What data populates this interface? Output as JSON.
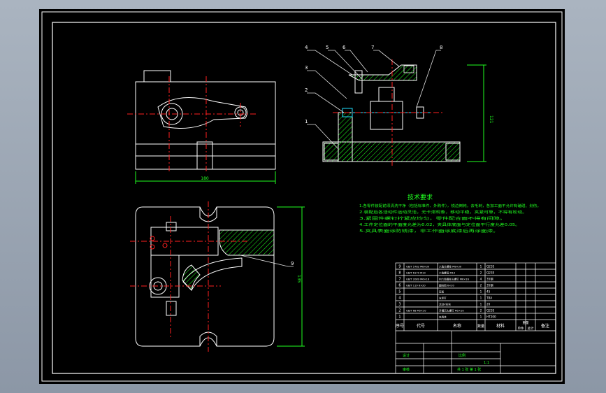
{
  "notes": {
    "title": "技术要求",
    "lines": [
      "1.各零件装配前须清洗干净（包括标准件、外购件），锐边倒钝，去毛刺，各加工面不允许有磕碰、划伤。",
      "2.装配后各活动件运动灵活，无卡滞现象，移动平稳，夹紧可靠，不得有松动。",
      "3.紧固件螺钉拧紧应均匀，零件配合面不得有间隙。",
      "4.工件定位面的平面度允差为0.02，夹具体底面与定位面平行度允差0.05。",
      "5.夹具表面涂防锈漆，非工作面涂底漆后再涂面漆。"
    ]
  },
  "dimensions": {
    "top_length": "180",
    "side_height": "121",
    "plan_height": "135"
  },
  "balloons": [
    "4",
    "5",
    "6",
    "7",
    "8",
    "3",
    "2",
    "1",
    "9"
  ],
  "bom": {
    "headers": [
      "序号",
      "代号",
      "名称",
      "数量",
      "材料",
      "单件",
      "总计",
      "备注"
    ],
    "weight_label": "重量",
    "rows": [
      [
        "9",
        "GB/T 5782 M8×30",
        "六角头螺栓 M8×30",
        "1",
        "Q235",
        "",
        "",
        ""
      ],
      [
        "8",
        "GB/T 6170 M10",
        "六角螺母 M10",
        "2",
        "Q235",
        "",
        "",
        ""
      ],
      [
        "7",
        "GB/T 2089 M6×16",
        "内六角圆柱头螺钉 M6×16",
        "4",
        "35钢",
        "",
        "",
        ""
      ],
      [
        "6",
        "GB/T 119 6×20",
        "圆柱销 6×20",
        "2",
        "35钢",
        "",
        "",
        ""
      ],
      [
        "5",
        "",
        "压板",
        "1",
        "45",
        "",
        "",
        ""
      ],
      [
        "4",
        "",
        "支承钉",
        "1",
        "T8A",
        "",
        "",
        ""
      ],
      [
        "3",
        "",
        "活动V形块",
        "1",
        "20",
        "",
        "",
        ""
      ],
      [
        "2",
        "GB/T 68 M5×10",
        "开槽沉头螺钉 M5×10",
        "2",
        "Q235",
        "",
        "",
        ""
      ],
      [
        "1",
        "",
        "夹具体",
        "1",
        "HT200",
        "",
        "",
        ""
      ]
    ],
    "title_block": {
      "design": "设计",
      "check": "审核",
      "scale_label": "比例",
      "scale": "1:1",
      "sheet": "共 1 张 第 1 张"
    }
  },
  "colors": {
    "background": "#000000",
    "outline": "#ffffff",
    "center": "#ff2020",
    "hatch": "#20ff20",
    "dimension": "#20ff20",
    "leader": "#e0e0e0",
    "balloon_text": "#ffffff",
    "note_text": "#20ff20",
    "bolt": "#20e0ff",
    "frame": "#ffffff"
  }
}
